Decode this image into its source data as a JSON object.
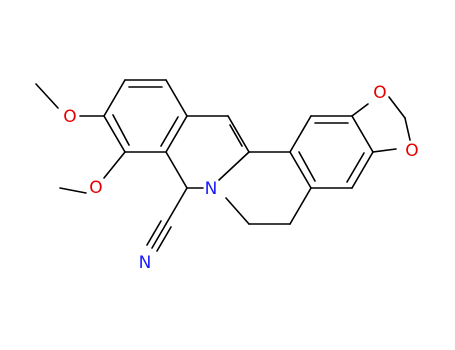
{
  "colors": {
    "bond": "#000000",
    "oxygen": "#e60000",
    "nitrogen": "#1a1aff"
  },
  "atoms": [
    {
      "id": "O1",
      "label": "O",
      "element": "oxygen"
    },
    {
      "id": "O2",
      "label": "O",
      "element": "oxygen"
    },
    {
      "id": "O3",
      "label": "O",
      "element": "oxygen"
    },
    {
      "id": "O4",
      "label": "O",
      "element": "oxygen"
    },
    {
      "id": "N1",
      "label": "N",
      "element": "nitrogen"
    },
    {
      "id": "N2",
      "label": "N",
      "element": "nitrogen"
    }
  ]
}
